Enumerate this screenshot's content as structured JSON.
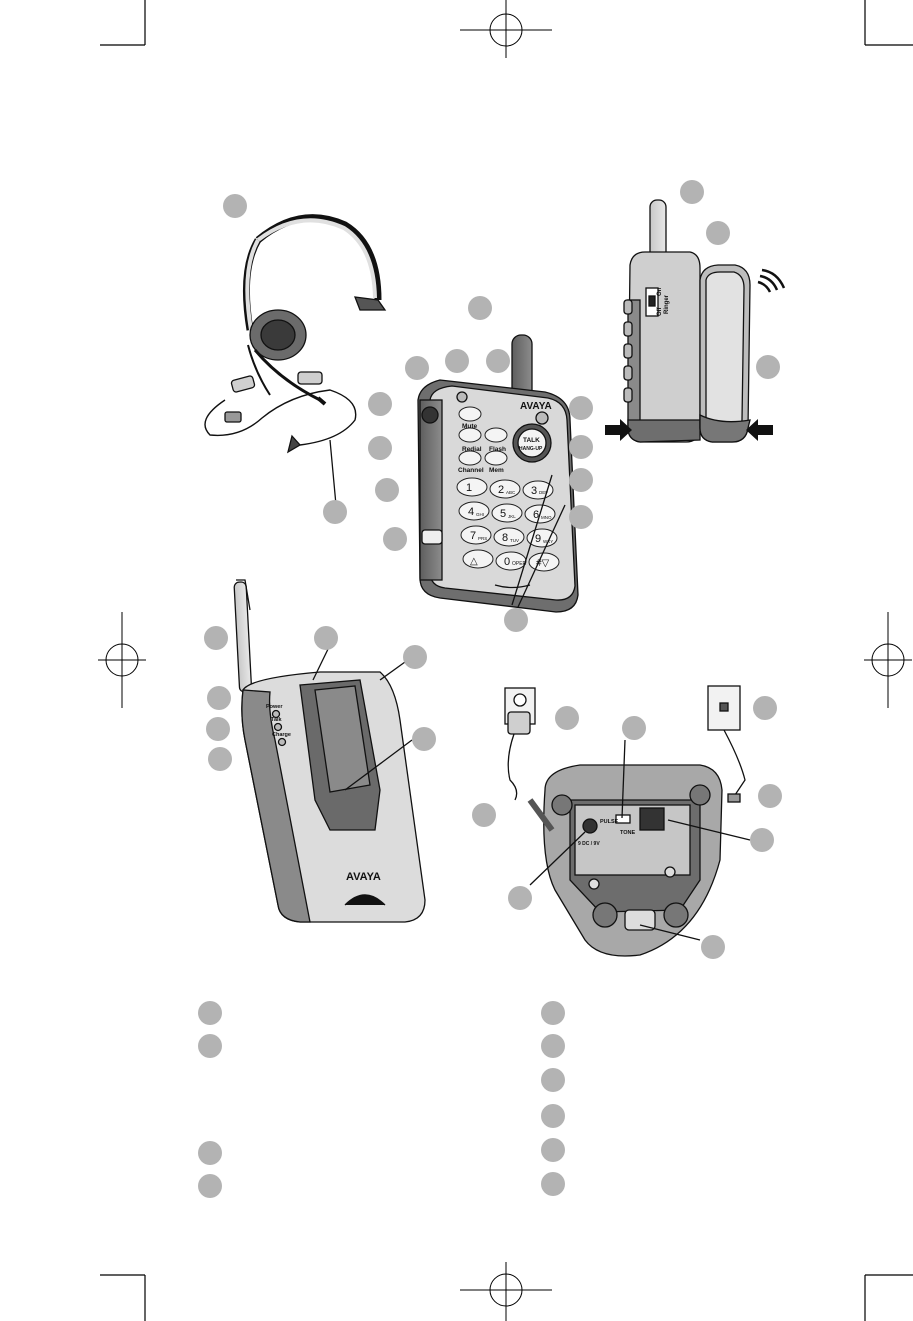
{
  "brand": "AVAYA",
  "handset": {
    "keys": {
      "mute": "Mute",
      "redial": "Redial",
      "flash": "Flash",
      "channel": "Channel",
      "mem": "Mem",
      "talk": "TALK",
      "hangup": "HANG-UP",
      "k1": "1",
      "k2": "2",
      "k3": "3",
      "k4": "4",
      "k5": "5",
      "k6": "6",
      "k7": "7",
      "k8": "8",
      "k9": "9",
      "k0": "0",
      "k2s": "ABC",
      "k3s": "DEF",
      "k4s": "GHI",
      "k5s": "JKL",
      "k6s": "MNO",
      "k7s": "PRS",
      "k8s": "TUV",
      "k9s": "WXY",
      "k0s": "OPER",
      "up": "△",
      "hash": "#▽"
    },
    "ringer_label": "Ringer",
    "ringer_on": "On",
    "ringer_off": "Off"
  },
  "base": {
    "power": "Power",
    "talk": "Talk",
    "charge": "Charge",
    "pulse": "PULSE",
    "tone": "TONE",
    "dc": "9 DC / 9V"
  },
  "colors": {
    "callout": "#b3b3b3",
    "body_dark": "#7a7a7a",
    "body_mid": "#a8a8a8",
    "body_light": "#d6d6d6",
    "line": "#111111"
  }
}
